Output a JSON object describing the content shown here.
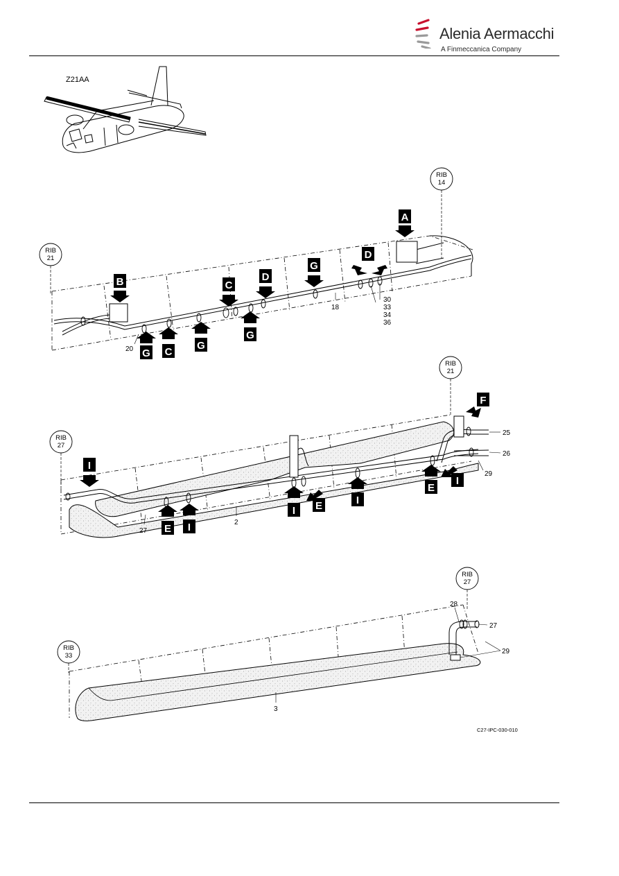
{
  "header": {
    "brand_name": "Alenia Aermacchi",
    "brand_tagline": "A Finmeccanica Company"
  },
  "locator": {
    "zone_label": "Z21AA"
  },
  "colors": {
    "logo_red": "#c8102e",
    "ink": "#000000",
    "foam_fill": "#eeeeee"
  },
  "view1": {
    "rib_left": {
      "top": "RIB",
      "num": "21"
    },
    "rib_right": {
      "top": "RIB",
      "num": "14"
    },
    "arrows": {
      "a": "A",
      "b": "B",
      "c_top": "C",
      "d_top": "D",
      "g_top": "G",
      "d_right": "D",
      "g_bot1": "G",
      "c_bot": "C",
      "g_bot2": "G",
      "g_bot3": "G"
    },
    "items": {
      "i20": "20",
      "i18": "18",
      "i30": "30",
      "i33": "33",
      "i34": "34",
      "i36": "36"
    }
  },
  "view2": {
    "rib_left": {
      "top": "RIB",
      "num": "27"
    },
    "rib_right": {
      "top": "RIB",
      "num": "21"
    },
    "arrows": {
      "i_top": "I",
      "f": "F",
      "e_left": "E",
      "i_left": "I",
      "i_mid": "I",
      "e_mid": "E",
      "i_midright": "I",
      "e_right": "E",
      "i_right": "I"
    },
    "items": {
      "i25": "25",
      "i26": "26",
      "i29": "29",
      "i27": "27",
      "i2": "2"
    }
  },
  "view3": {
    "rib_left": {
      "top": "RIB",
      "num": "33"
    },
    "rib_right": {
      "top": "RIB",
      "num": "27"
    },
    "items": {
      "i28": "28",
      "i27": "27",
      "i29": "29",
      "i3": "3"
    }
  },
  "figure_ref": "C27-IPC-030-010"
}
